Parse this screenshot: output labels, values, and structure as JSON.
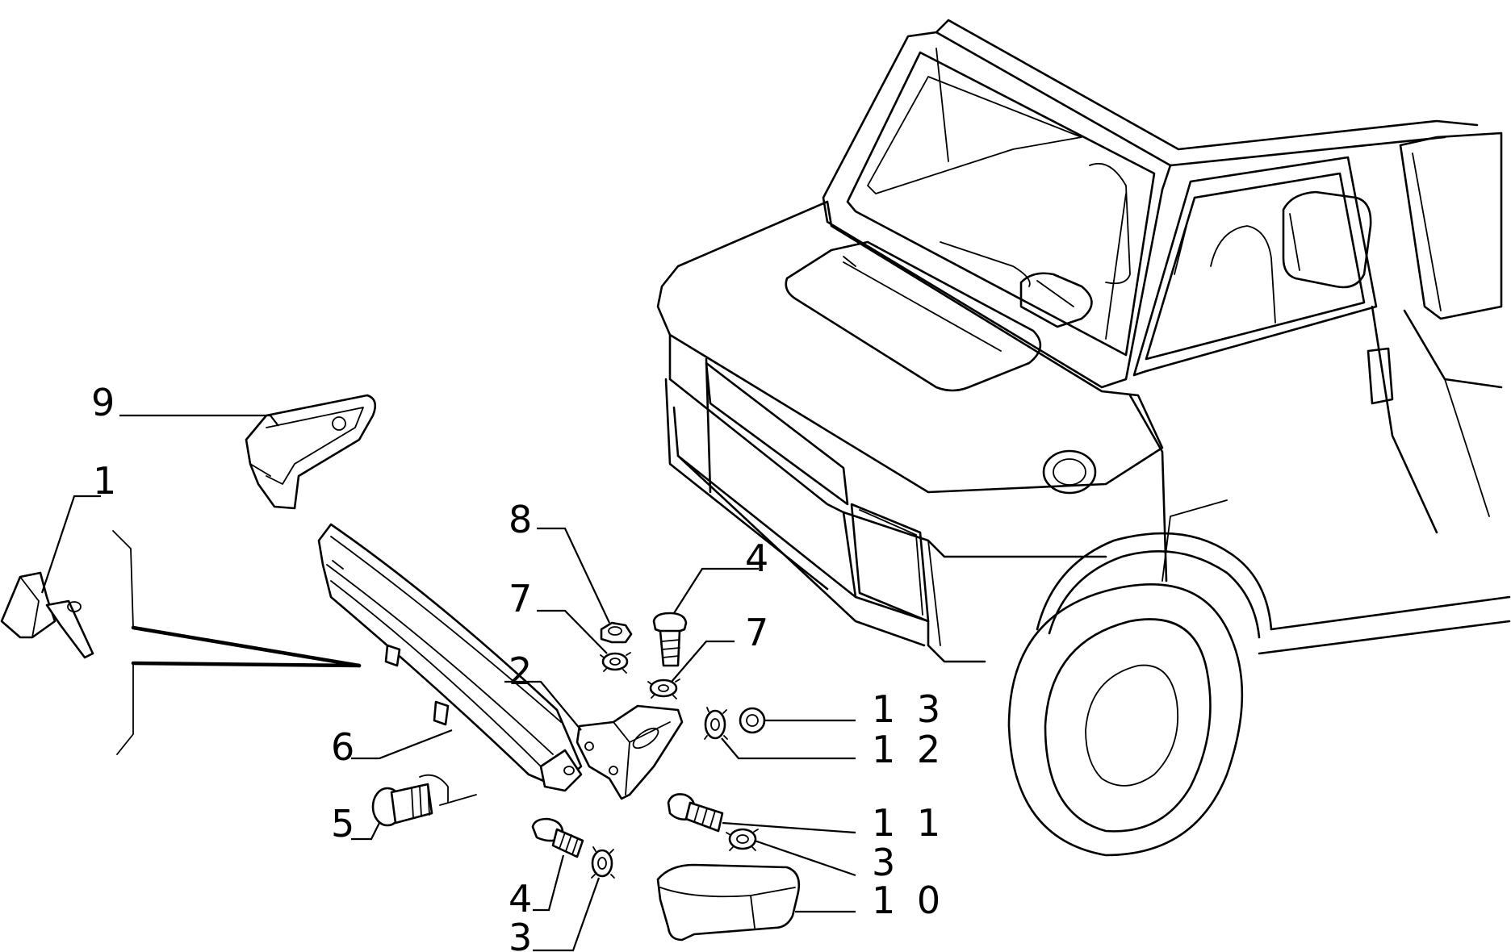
{
  "callouts": [
    {
      "id": "c9",
      "label": "9"
    },
    {
      "id": "c1",
      "label": "1"
    },
    {
      "id": "c8",
      "label": "8"
    },
    {
      "id": "c7a",
      "label": "7"
    },
    {
      "id": "c4a",
      "label": "4"
    },
    {
      "id": "c7b",
      "label": "7"
    },
    {
      "id": "c2",
      "label": "2"
    },
    {
      "id": "c13",
      "label": "1 3"
    },
    {
      "id": "c12",
      "label": "1 2"
    },
    {
      "id": "c6",
      "label": "6"
    },
    {
      "id": "c5",
      "label": "5"
    },
    {
      "id": "c11",
      "label": "1 1"
    },
    {
      "id": "c3a",
      "label": "3"
    },
    {
      "id": "c10",
      "label": "1 0"
    },
    {
      "id": "c4b",
      "label": "4"
    },
    {
      "id": "c3b",
      "label": "3"
    }
  ]
}
